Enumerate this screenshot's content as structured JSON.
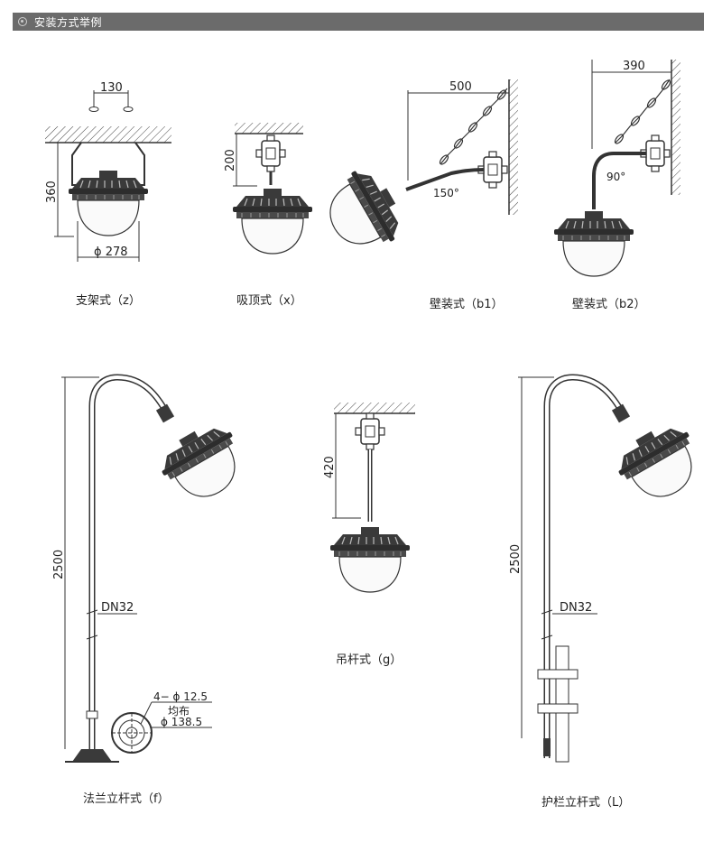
{
  "header": {
    "title": "安装方式举例",
    "icon": "circle-bullet-icon"
  },
  "captions": {
    "z": "支架式（z）",
    "x": "吸顶式（x）",
    "b1": "壁装式（b1）",
    "b2": "壁装式（b2）",
    "f": "法兰立杆式（f）",
    "g": "吊杆式（g）",
    "L": "护栏立杆式（L）"
  },
  "dims": {
    "z_width": "130",
    "z_height": "360",
    "z_diameter": "ϕ 278",
    "x_height": "200",
    "b1_width": "500",
    "b1_angle": "150°",
    "b2_width": "390",
    "b2_angle": "90°",
    "f_height": "2500",
    "f_pipe": "DN32",
    "f_holes": "4− ϕ 12.5",
    "f_even": "均布",
    "f_circle": "ϕ 138.5",
    "g_height": "420",
    "L_height": "2500",
    "L_pipe": "DN32"
  },
  "colors": {
    "header_bg": "#6b6b6b",
    "line": "#333333",
    "fixture_dark": "#3a3a3a"
  }
}
